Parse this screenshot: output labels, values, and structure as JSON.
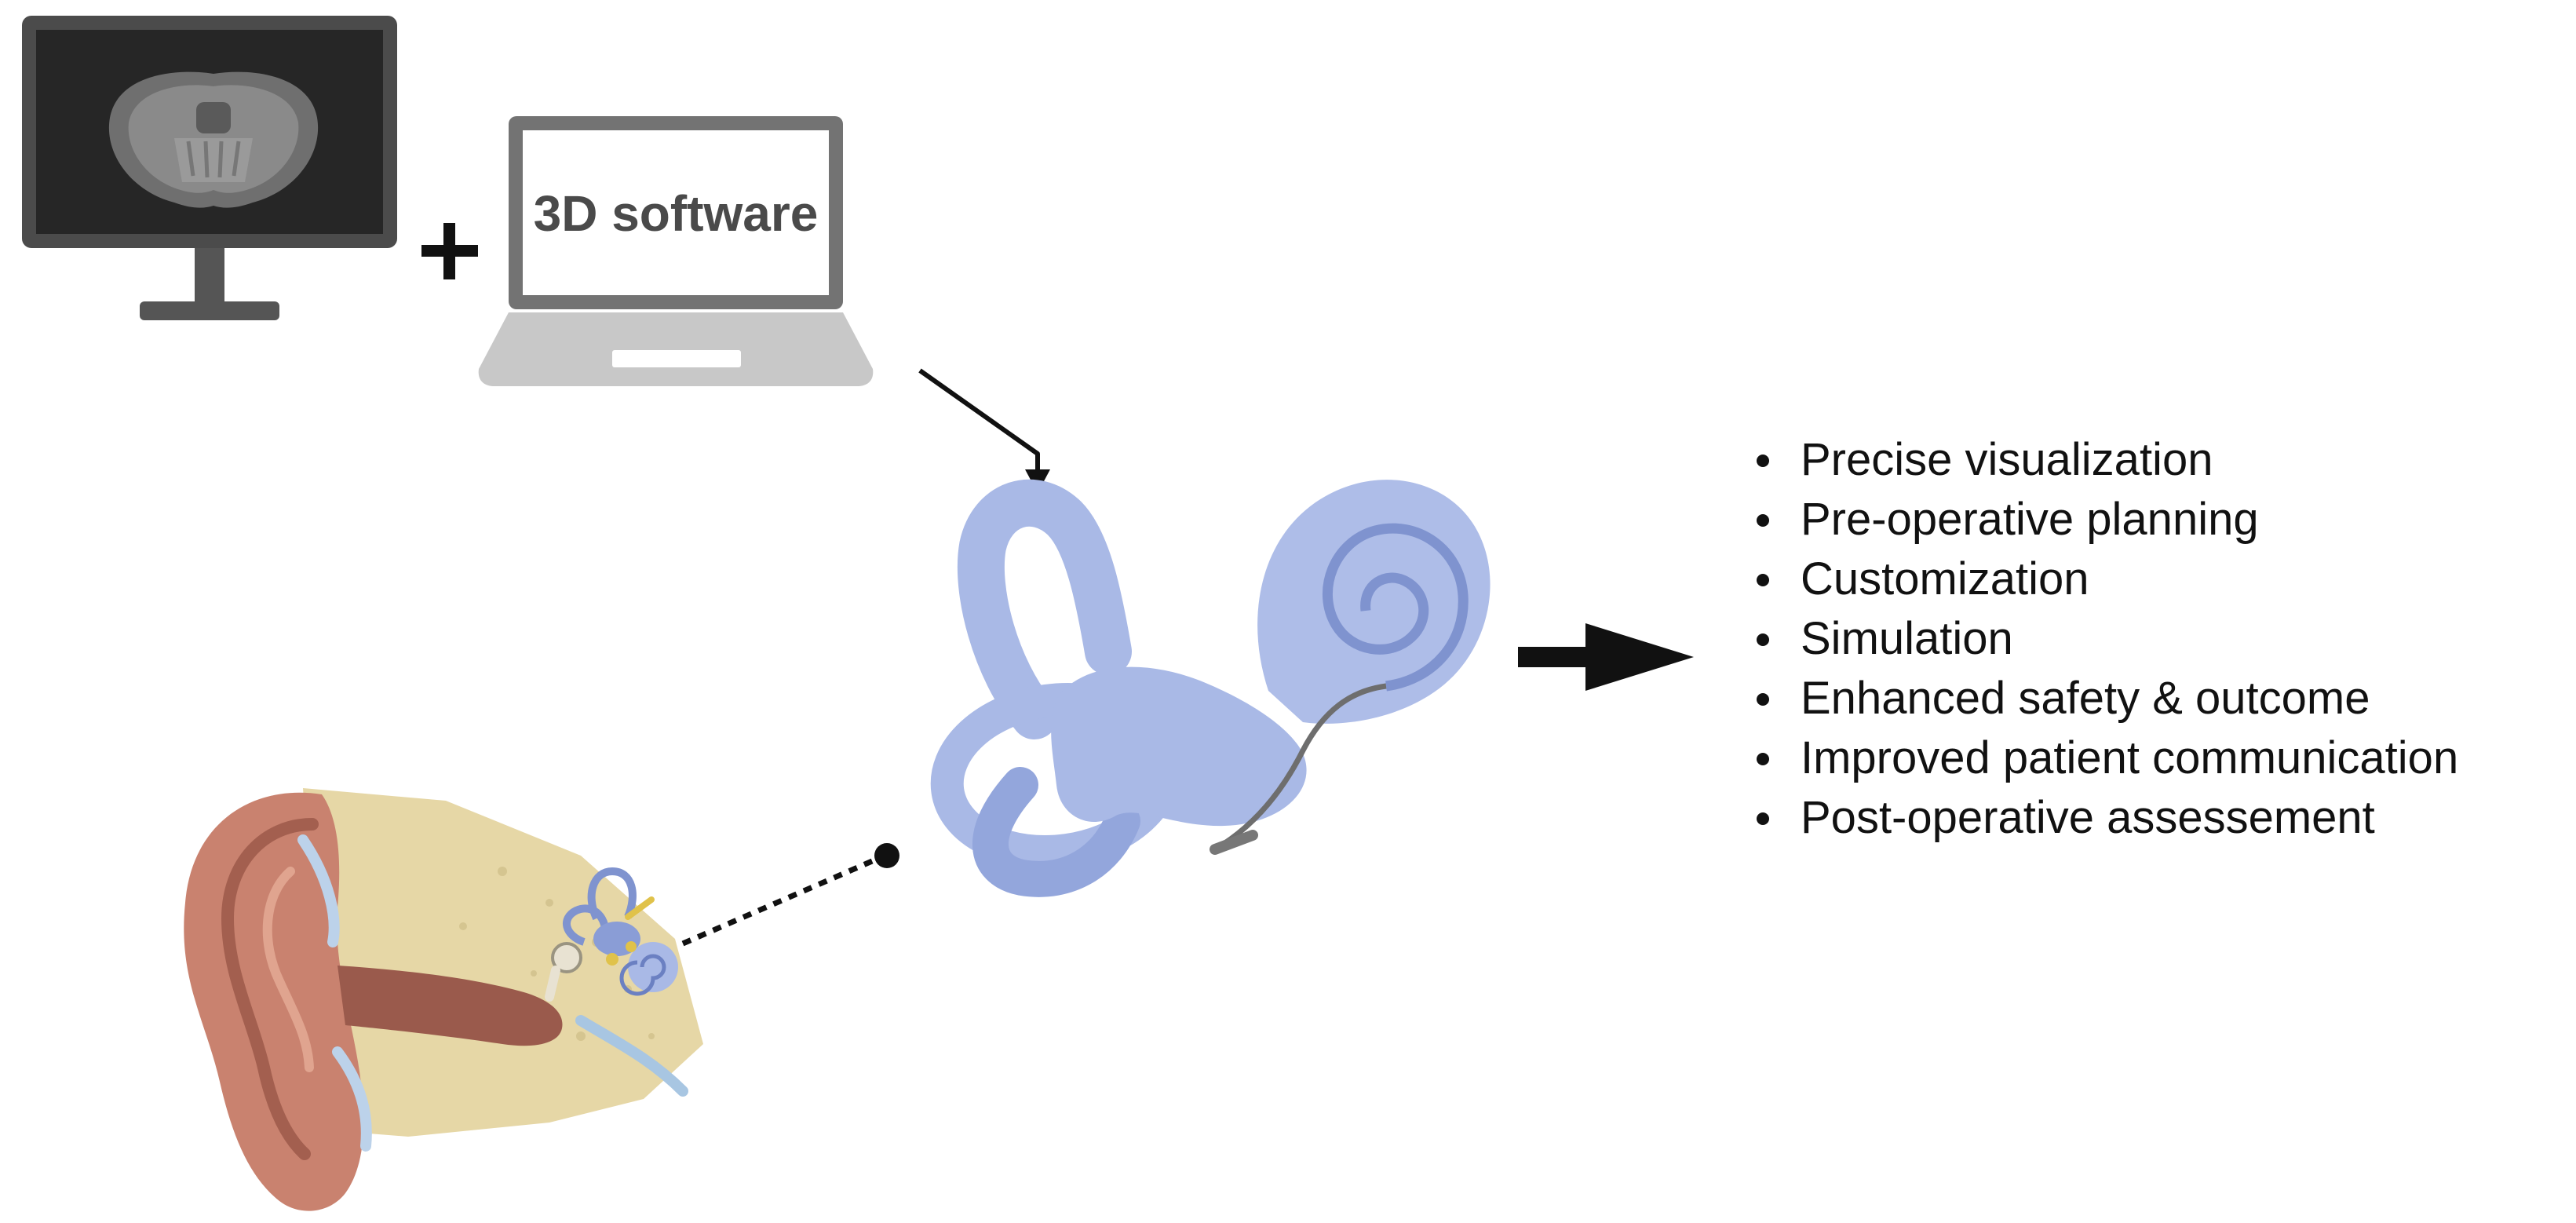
{
  "laptop": {
    "screen_text": "3D software"
  },
  "benefits": {
    "items": [
      "Precise visualization",
      "Pre-operative planning",
      "Customization",
      "Simulation",
      "Enhanced safety & outcome",
      "Improved patient communication",
      "Post-operative assessement"
    ]
  },
  "colors": {
    "monitor_frame": "#4b4b4b",
    "monitor_screen": "#262626",
    "laptop_body": "#c8c8c8",
    "inner_ear": "#a9b9e6",
    "inner_ear_dark": "#7f93cf",
    "skin": "#c9826f",
    "bone": "#e6d7a6",
    "arrow": "#111111"
  }
}
